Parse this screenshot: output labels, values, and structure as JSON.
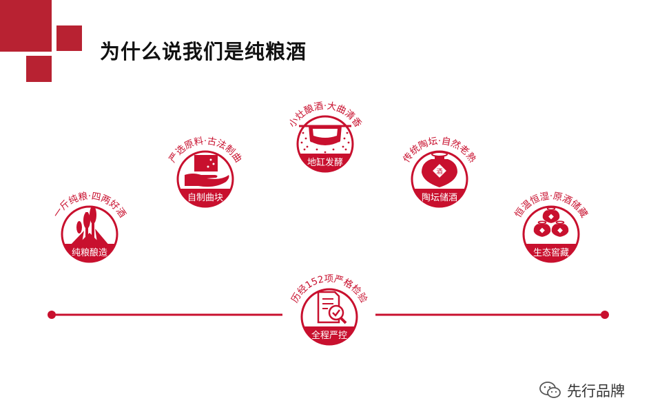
{
  "title": "为什么说我们是纯粮酒",
  "colors": {
    "accent": "#c8102e",
    "deco": "#b82232",
    "text": "#111111"
  },
  "badges": [
    {
      "id": "pure-grain",
      "icon": "sorghum-icon",
      "arc": "一斤纯粮·四两好酒",
      "label": "纯粮酿造"
    },
    {
      "id": "self-made-qu",
      "icon": "hand-block-icon",
      "arc": "严选原料·古法制曲",
      "label": "自制曲块"
    },
    {
      "id": "earth-vat",
      "icon": "vat-icon",
      "arc": "小灶酿酒·大曲清香",
      "label": "地缸发酵"
    },
    {
      "id": "clay-jar",
      "icon": "jar-icon",
      "arc": "传统陶坛·自然老熟",
      "label": "陶坛储酒"
    },
    {
      "id": "ecological-cellar",
      "icon": "jars-icon",
      "arc": "恒温恒湿·原酒储藏",
      "label": "生态窖藏"
    },
    {
      "id": "quality-control",
      "icon": "inspection-icon",
      "arc": "历经152项严格检验",
      "label": "全程严控"
    }
  ],
  "icon_glyphs": {
    "jar": "酒"
  },
  "watermark": {
    "text": "先行品牌",
    "icon": "wechat-icon"
  }
}
